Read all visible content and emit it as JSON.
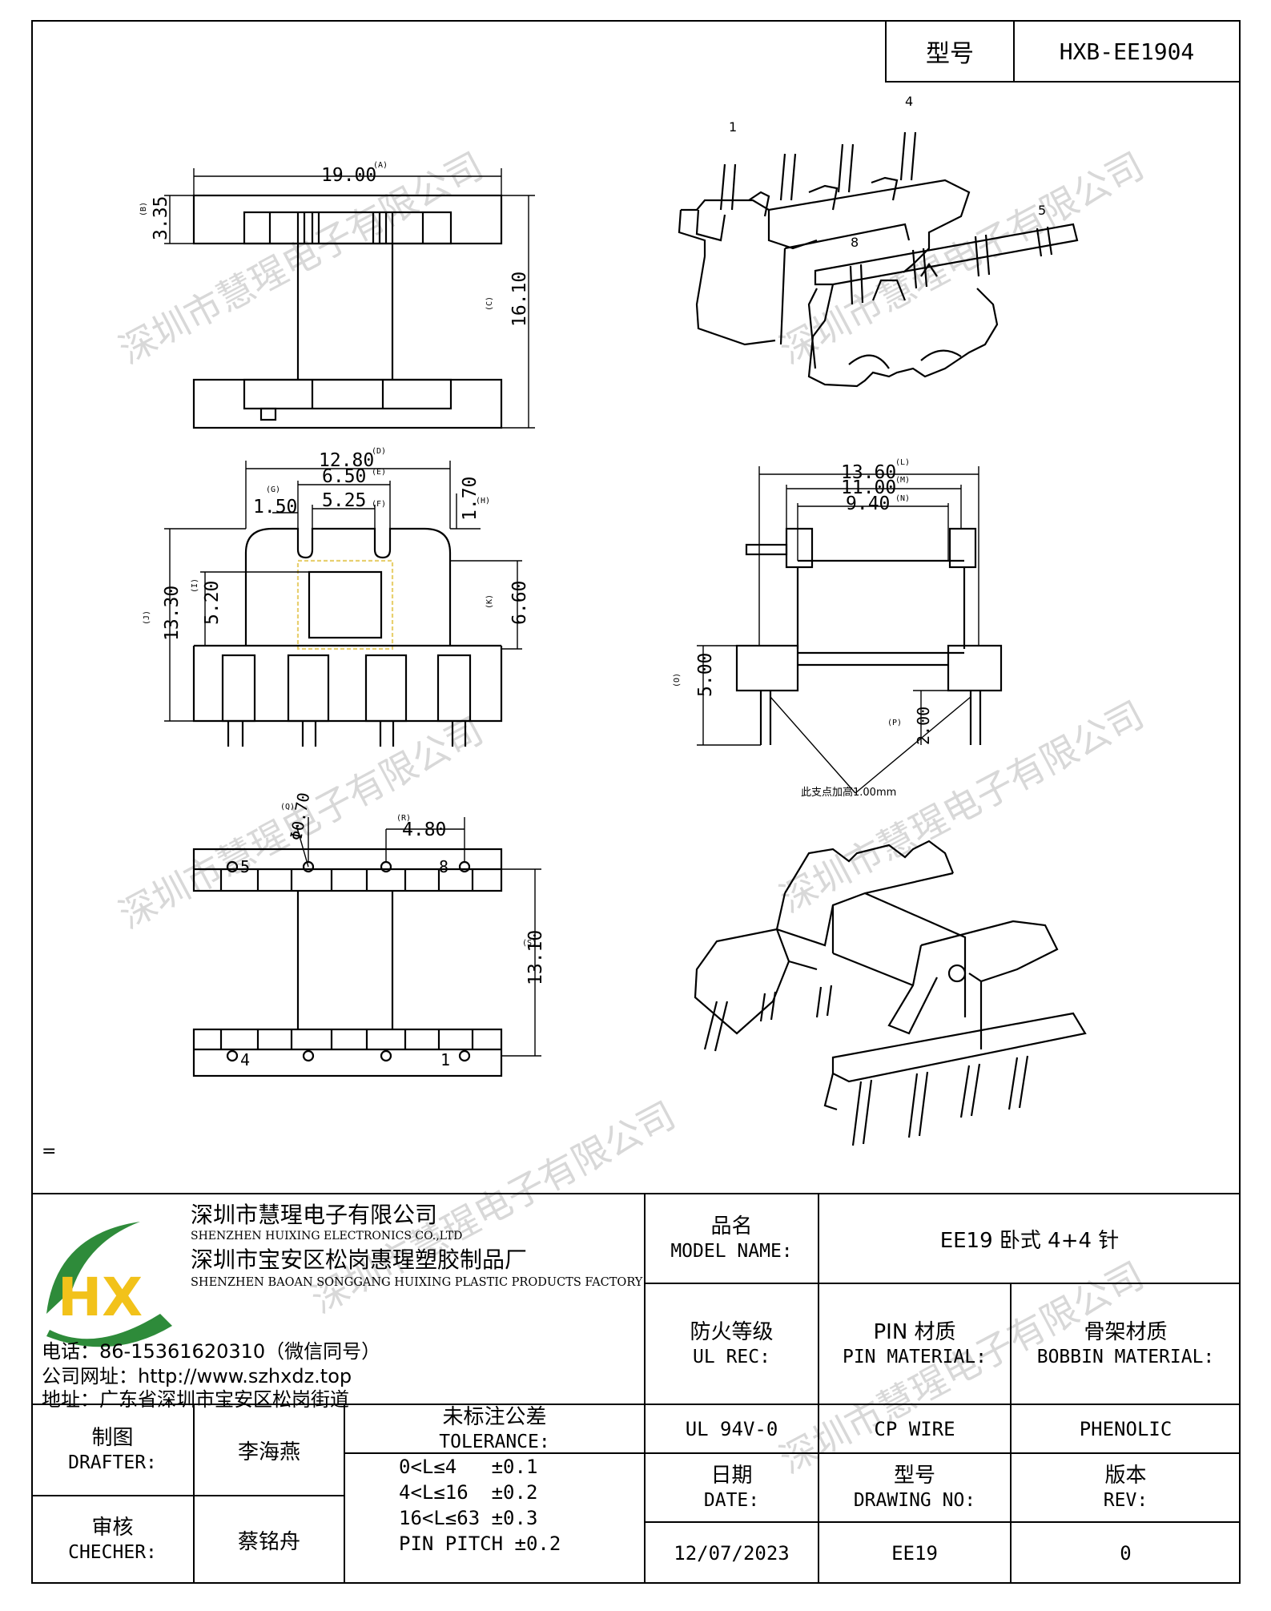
{
  "header": {
    "model_label": "型号",
    "model_value": "HXB-EE1904"
  },
  "watermark": "深圳市慧瑆电子有限公司",
  "drawing": {
    "pin_labels": [
      "1",
      "4",
      "5",
      "8"
    ],
    "top_view": {
      "dim_width": "19.00",
      "tag_width": "(A)",
      "dim_flange": "3.35",
      "tag_flange": "(B)",
      "dim_height": "16.10",
      "tag_height": "(C)"
    },
    "front_view": {
      "dim_d": "12.80",
      "tag_d": "(D)",
      "dim_e": "6.50",
      "tag_e": "(E)",
      "dim_f": "5.25",
      "tag_f": "(F)",
      "dim_g": "1.50",
      "tag_g": "(G)",
      "dim_h": "1.70",
      "tag_h": "(H)",
      "dim_j": "13.30",
      "tag_j": "(J)",
      "dim_i": "5.20",
      "tag_i": "(I)",
      "dim_k": "6.60",
      "tag_k": "(K)"
    },
    "side_view": {
      "dim_l": "13.60",
      "tag_l": "(L)",
      "dim_m": "11.00",
      "tag_m": "(M)",
      "dim_n": "9.40",
      "tag_n": "(N)",
      "dim_o": "5.00",
      "tag_o": "(O)",
      "dim_p": "2.00",
      "tag_p": "(P)",
      "note": "此支点加高1.00mm"
    },
    "bottom_view": {
      "dim_pin": "Φ0.70",
      "tag_pin": "(Q)",
      "dim_pitch": "4.80",
      "tag_pitch": "(R)",
      "dim_span": "13.10",
      "tag_span": "(S)",
      "pin_5": "5",
      "pin_8": "8",
      "pin_4": "4",
      "pin_1": "1"
    }
  },
  "eq_mark": "=",
  "company": {
    "logo_text": "HX",
    "name_cn": "深圳市慧瑆电子有限公司",
    "name_en": "SHENZHEN HUIXING ELECTRONICS CO.,LTD",
    "factory_cn": "深圳市宝安区松岗惠瑆塑胶制品厂",
    "factory_en": "SHENZHEN BAOAN SONGGANG HUIXING PLASTIC PRODUCTS FACTORY",
    "phone": "电话：86-15361620310（微信同号）",
    "website": "公司网址：http://www.szhxdz.top",
    "address": "地址：广东省深圳市宝安区松岗街道"
  },
  "titleblock": {
    "model_name_zh": "品名",
    "model_name_en": "MODEL NAME:",
    "model_name_value": "EE19 卧式 4+4 针",
    "ul_zh": "防火等级",
    "ul_en": "UL REC:",
    "pin_mat_zh": "PIN 材质",
    "pin_mat_en": "PIN MATERIAL:",
    "bobbin_zh": "骨架材质",
    "bobbin_en": "BOBBIN MATERIAL:",
    "ul_value": "UL 94V-0",
    "pin_value": "CP WIRE",
    "bobbin_value": "PHENOLIC",
    "drafter_zh": "制图",
    "drafter_en": "DRAFTER:",
    "drafter_name": "李海燕",
    "checker_zh": "审核",
    "checker_en": "CHECHER:",
    "checker_name": "蔡铭舟",
    "tol_zh": "未标注公差",
    "tol_en": "TOLERANCE:",
    "tol_lines": [
      "0<L≤4   ±0.1",
      "4<L≤16  ±0.2",
      "16<L≤63 ±0.3",
      "PIN PITCH ±0.2"
    ],
    "date_zh": "日期",
    "date_en": "DATE:",
    "date_value": "12/07/2023",
    "dwg_zh": "型号",
    "dwg_en": "DRAWING NO:",
    "dwg_value": "EE19",
    "rev_zh": "版本",
    "rev_en": "REV:",
    "rev_value": "0"
  }
}
